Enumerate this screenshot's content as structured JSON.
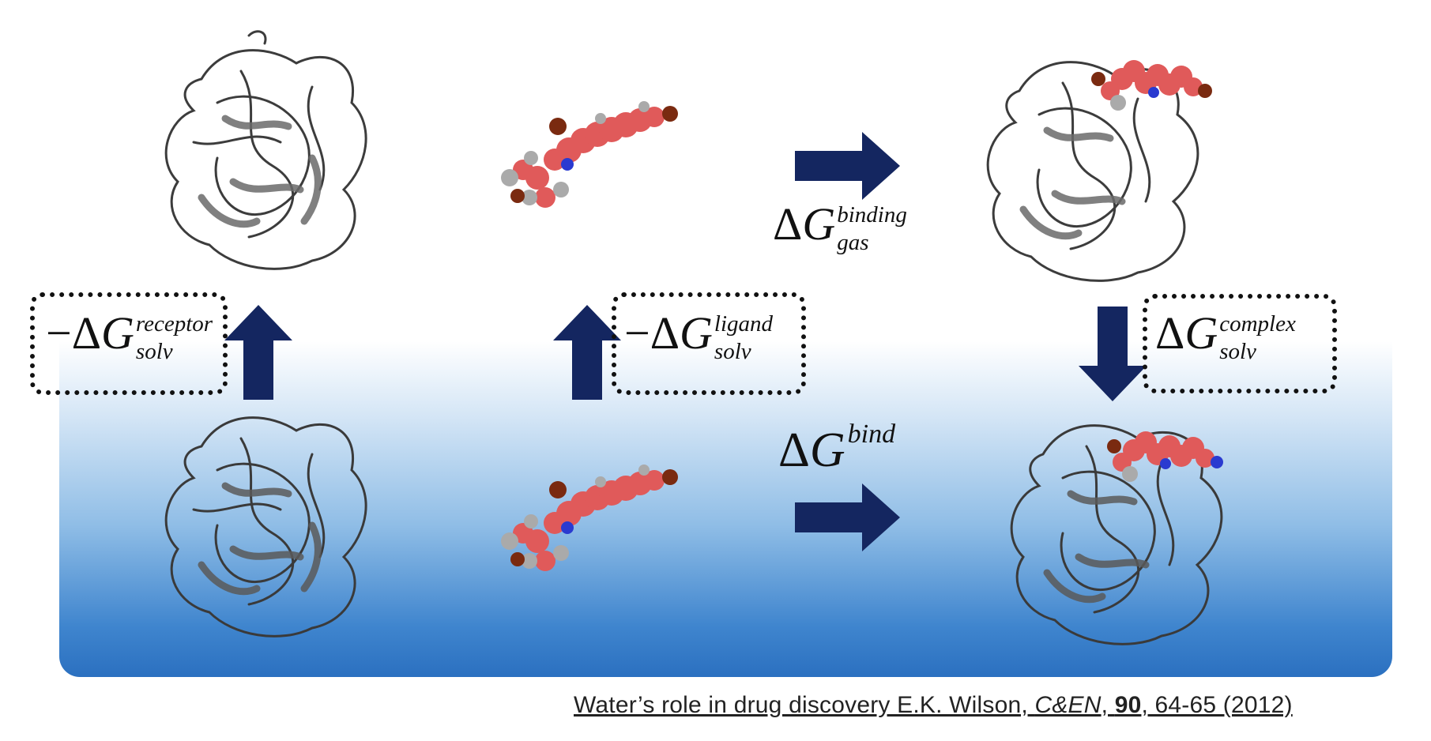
{
  "labels": {
    "receptor": {
      "prefix": "−",
      "symbol": "G",
      "sup": "receptor",
      "sub": "solv"
    },
    "ligand": {
      "prefix": "−",
      "symbol": "G",
      "sup": "ligand",
      "sub": "solv"
    },
    "complex": {
      "prefix": "",
      "symbol": "G",
      "sup": "complex",
      "sub": "solv"
    },
    "binding_gas": {
      "symbol": "G",
      "sup": "binding",
      "sub": "gas"
    },
    "bind": {
      "symbol": "G",
      "sup": "bind"
    }
  },
  "citation": {
    "text_before": "Water’s role in drug discovery E.K. Wilson, ",
    "journal": "C&EN",
    "sep1": ", ",
    "volume": "90",
    "rest": ", 64-65 (2012)"
  },
  "colors": {
    "arrow": "#142660",
    "ribbon": "#4a4a4a",
    "ligand": "#e05a5a",
    "water_top": "#ffffff",
    "water_bottom": "#2b70c0"
  }
}
